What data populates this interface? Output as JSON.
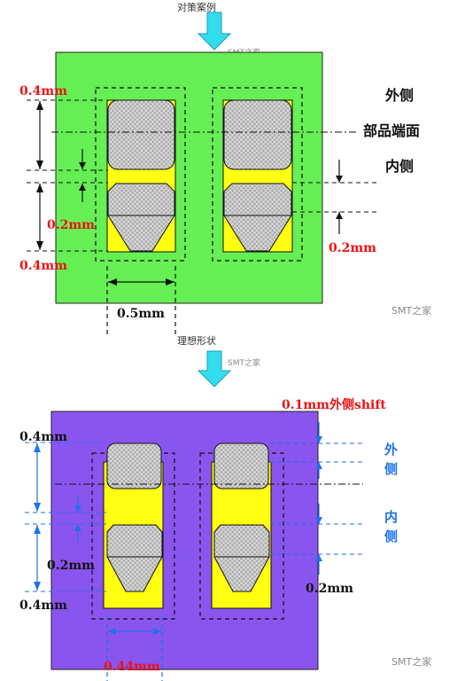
{
  "top": {
    "caption": "对策案例",
    "watermark": "SMT之家",
    "labels": {
      "top_04": "0.4mm",
      "mid_02": "0.2mm",
      "bot_04": "0.4mm",
      "right_02": "0.2mm",
      "width_05": "0.5mm",
      "outer": "外侧",
      "edge": "部品端面",
      "inner": "内侧"
    }
  },
  "middle": {
    "caption": "理想形状",
    "watermark": "SMT之家"
  },
  "bottom": {
    "shift_note": "0.1mm外侧shift",
    "labels": {
      "top_04": "0.4mm",
      "mid_02": "0.2mm",
      "bot_04": "0.4mm",
      "right_02": "0.2mm",
      "width_044": "0.44mm",
      "outer_1": "外",
      "outer_2": "侧",
      "inner_1": "内",
      "inner_2": "侧"
    },
    "watermark": "SMT之家"
  },
  "colors": {
    "board_top": "#66ee55",
    "board_bottom": "#8a55ee",
    "pad": "#ffff11",
    "arrow": "#33ddee",
    "red": "#ee1111",
    "blue": "#1e72e8"
  }
}
